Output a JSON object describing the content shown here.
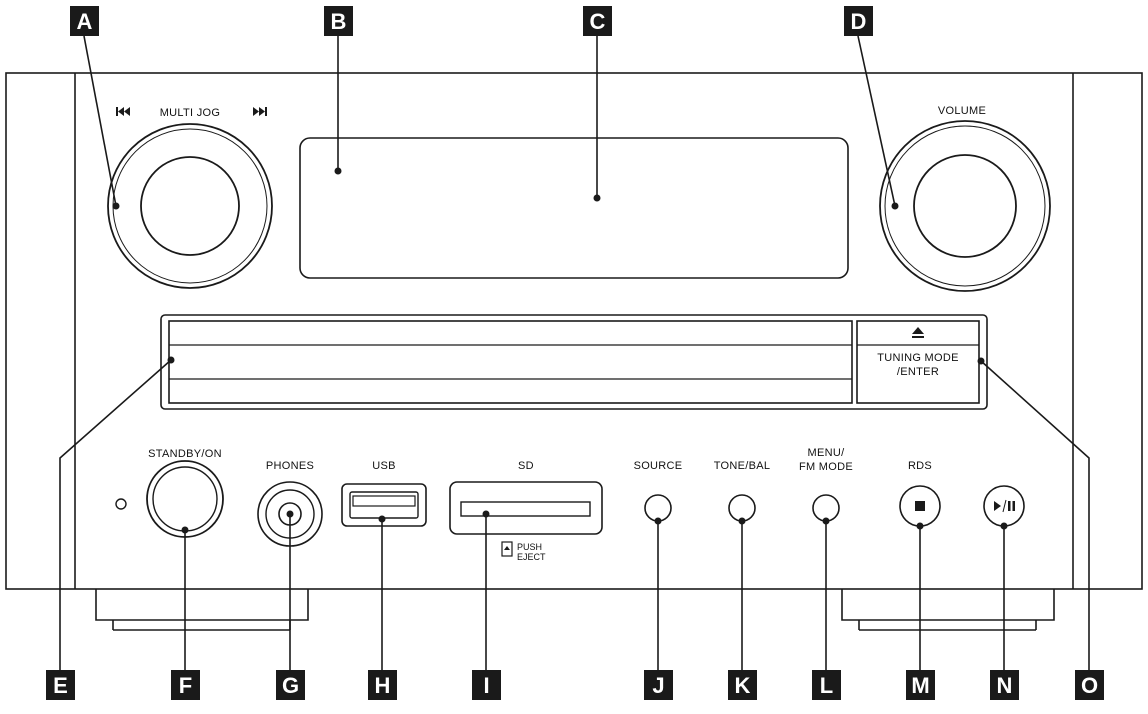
{
  "labels": {
    "multi_jog": "MULTI JOG",
    "volume": "VOLUME",
    "tuning_mode": "TUNING MODE",
    "enter": "/ENTER",
    "standby_on": "STANDBY/ON",
    "phones": "PHONES",
    "usb": "USB",
    "sd": "SD",
    "push": "PUSH",
    "eject": "EJECT",
    "source": "SOURCE",
    "tone_bal": "TONE/BAL",
    "menu": "MENU/",
    "fm_mode": "FM MODE",
    "rds": "RDS"
  },
  "callouts": {
    "A": "A",
    "B": "B",
    "C": "C",
    "D": "D",
    "E": "E",
    "F": "F",
    "G": "G",
    "H": "H",
    "I": "I",
    "J": "J",
    "K": "K",
    "L": "L",
    "M": "M",
    "N": "N",
    "O": "O"
  },
  "colors": {
    "line": "#1a1a1a",
    "callout_bg": "#1a1a1a",
    "callout_text": "#ffffff"
  }
}
